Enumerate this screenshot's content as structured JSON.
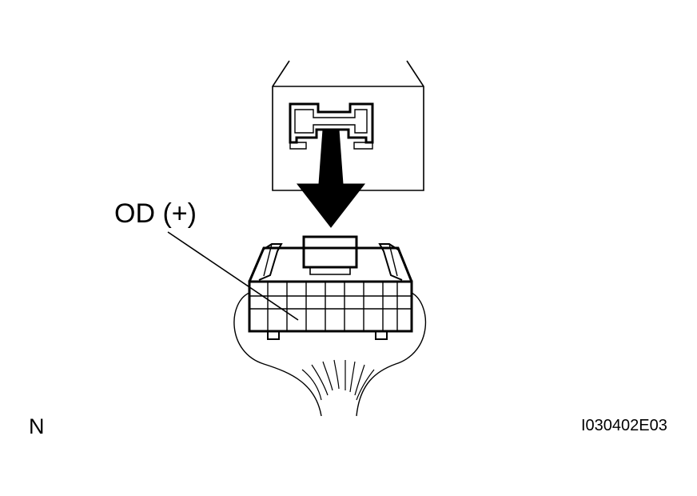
{
  "callout": {
    "label": "OD (+)"
  },
  "corner": {
    "label": "N"
  },
  "figure": {
    "id": "I030402E03"
  },
  "colors": {
    "ink": "#000000",
    "paper": "#ffffff"
  },
  "icons": {
    "arrow": "down-arrow-icon"
  }
}
